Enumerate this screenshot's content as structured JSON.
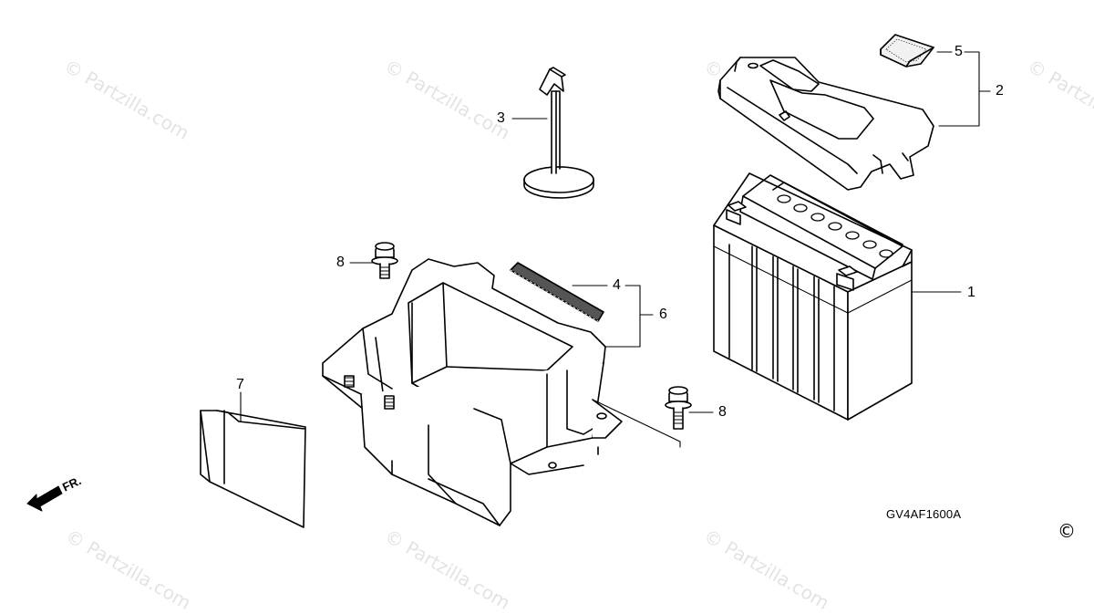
{
  "watermark": {
    "text": "© Partzilla.com"
  },
  "diagram_code": "GV4AF1600A",
  "front_indicator": {
    "label": "FR."
  },
  "copyright_symbol": "©",
  "callouts": {
    "battery": "1",
    "battery_cover_set": "2",
    "battery_band": "3",
    "cushion_strip": "4",
    "cover_cushion": "5",
    "battery_box_set": "6",
    "battery_sheet": "7",
    "flange_bolt_left": "8",
    "flange_bolt_right": "8"
  }
}
